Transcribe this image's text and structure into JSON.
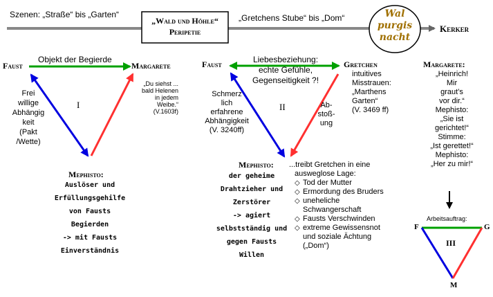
{
  "timeline": {
    "scenes_label": "Szenen: „Straße“ bis „Garten“",
    "peripetie_line1": "„Wald und Höhle“",
    "peripetie_line2": "Peripetie",
    "gretchen_label": "„Gretchens Stube“ bis „Dom“",
    "walpurgis": [
      "Wal",
      "purgis",
      "nacht"
    ],
    "kerker": "Kerker"
  },
  "triangle1": {
    "faust": "Faust",
    "margarete": "Margarete",
    "number": "I",
    "top_edge": "Objekt der Begierde",
    "left_edge": [
      "Frei",
      "willige",
      "Abhängig",
      "keit",
      "(Pakt /Wette)"
    ],
    "right_edge": [
      "„Du siehst ...",
      "bald Helenen",
      "in jedem",
      "Weibe.“",
      "(V.1603f)"
    ],
    "mephisto": "Mephisto:",
    "mephisto_desc": [
      "Auslöser und",
      "Erfüllungsgehilfe",
      "von Fausts",
      "Begierden",
      "-> mit Fausts",
      "Einverständnis"
    ]
  },
  "triangle2": {
    "faust": "Faust",
    "gretchen": "Gretchen",
    "number": "II",
    "top_edge": [
      "Liebesbeziehung:",
      "echte Gefühle,",
      "Gegenseitigkeit ?!"
    ],
    "left_edge": [
      "Schmerz",
      "lich",
      "erfahrene",
      "Abhängigkeit",
      "(V. 3240ff)"
    ],
    "right_edge": [
      "Ab-",
      "stoß-",
      "ung"
    ],
    "gretchen_desc": [
      "intuitives",
      "Misstrauen:",
      "„Marthens",
      "Garten“",
      "(V. 3469 ff)"
    ],
    "mephisto": "Mephisto:",
    "mephisto_desc": [
      "der geheime",
      "Drahtzieher und",
      "Zerstörer",
      "-> agiert",
      "selbstständig und",
      "gegen Fausts",
      "Willen"
    ],
    "situation_intro": "...treibt Gretchen in eine",
    "situation_intro2": "ausweglose Lage:",
    "situation_items": [
      "Tod der Mutter",
      "Ermordung des Bruders",
      "uneheliche Schwangerschaft",
      "Fausts Verschwinden",
      "extreme Gewissensnot und soziale Ächtung („Dom“)"
    ]
  },
  "kerker_scene": {
    "heading": "Margarete:",
    "lines": [
      "„Heinrich!",
      "Mir",
      "graut’s",
      "vor dir.“",
      "Mephisto:",
      "„Sie ist",
      "gerichtet!“",
      "Stimme:",
      "„Ist gerettet!“",
      "Mephisto:",
      "„Her zu mir!“"
    ]
  },
  "triangle3": {
    "label": "Arbeitsauftrag:",
    "number": "III",
    "f": "F",
    "g": "G",
    "m": "M"
  },
  "colors": {
    "green": "#00a000",
    "blue": "#0000e0",
    "red": "#ff3030",
    "walpurgis_text": "#a07000",
    "line_gray": "#888888"
  }
}
